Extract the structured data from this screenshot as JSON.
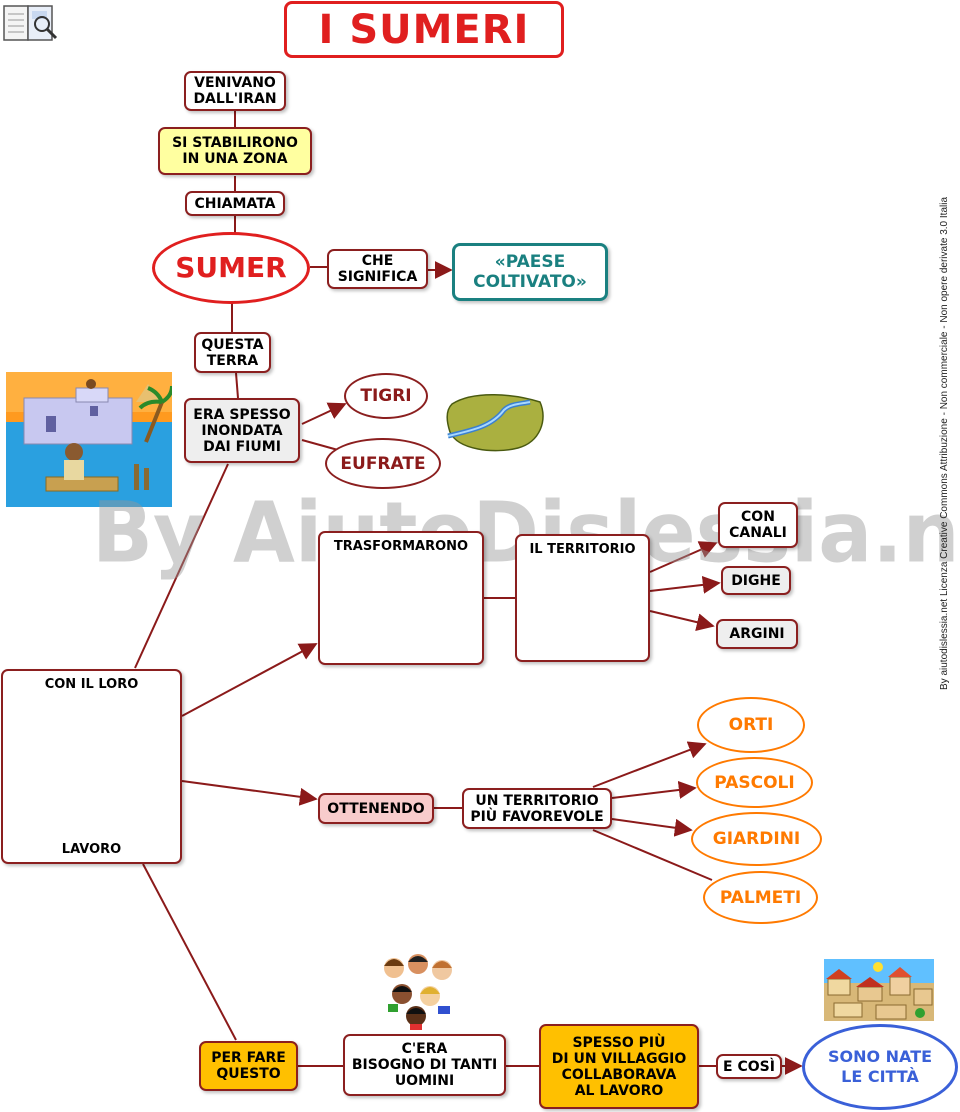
{
  "title": "I SUMERI",
  "nodes": {
    "venivano": "VENIVANO\nDALL'IRAN",
    "stabilirono": "SI STABILIRONO\nIN UNA ZONA",
    "chiamata": "CHIAMATA",
    "sumer": "SUMER",
    "che_significa": "CHE\nSIGNIFICA",
    "paese": "«PAESE\nCOLTIVATO»",
    "questa_terra": "QUESTA\nTERRA",
    "inondata": "ERA SPESSO\nINONDATA\nDAI FIUMI",
    "tigri": "TIGRI",
    "eufrate": "EUFRATE",
    "trasformarono": "TRASFORMARONO",
    "territorio": "IL TERRITORIO",
    "con_canali": "CON\nCANALI",
    "dighe": "DIGHE",
    "argini": "ARGINI",
    "con_il_loro": "CON IL LORO",
    "lavoro": "LAVORO",
    "ottenendo": "OTTENENDO",
    "favorevole": "UN TERRITORIO\nPIÙ FAVOREVOLE",
    "orti": "ORTI",
    "pascoli": "PASCOLI",
    "giardini": "GIARDINI",
    "palmeti": "PALMETI",
    "per_fare": "PER FARE\nQUESTO",
    "bisogno": "C'ERA\nBISOGNO DI TANTI\nUOMINI",
    "villaggio": "SPESSO PIÙ\nDI UN VILLAGGIO\nCOLLABORAVA\nAL LAVORO",
    "e_cosi": "E COSÌ",
    "citta": "SONO NATE\nLE CITTÀ"
  },
  "watermark": "By AiutoDislessia.net",
  "license": "By aiutodislessia.net Licenza Creative Commons Attribuzione - Non commerciale - Non opere derivate 3.0 Italia",
  "colors": {
    "connector": "#8b1a1a",
    "title_red": "#e01f1f",
    "teal": "#1a8080",
    "orange": "#ff7a00",
    "blue": "#3a60d8",
    "gold": "#ffc000",
    "light_yellow": "#ffffa0",
    "pink": "#f8cccc"
  },
  "icons": [
    "book-icon",
    "flood-illustration",
    "river-map-icon",
    "magic-hat-icon",
    "landscape-icon",
    "workers-illustration",
    "people-group-icon",
    "city-icon"
  ]
}
